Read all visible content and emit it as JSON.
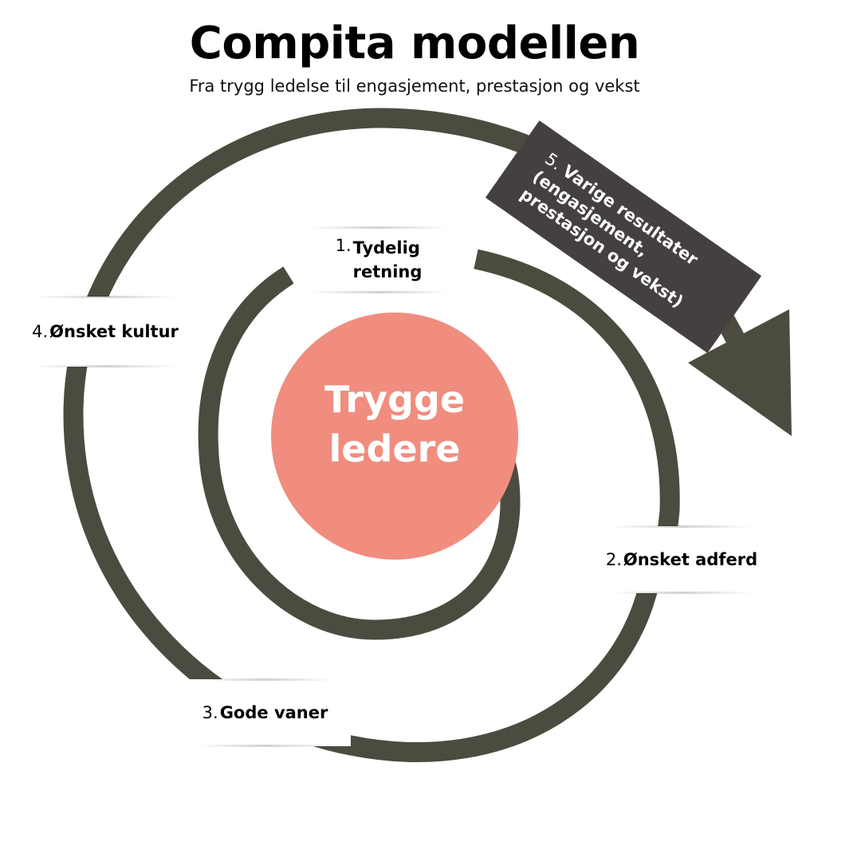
{
  "header": {
    "title": "Compita modellen",
    "subtitle": "Fra trygg ledelse til engasjement, prestasjon og vekst"
  },
  "center": {
    "line1": "Trygge",
    "line2": "ledere"
  },
  "steps": [
    {
      "num": "1.",
      "text_line1": "Tydelig",
      "text_line2": "retning"
    },
    {
      "num": "2.",
      "text": "Ønsket adferd"
    },
    {
      "num": "3.",
      "text": "Gode vaner"
    },
    {
      "num": "4.",
      "text": "Ønsket kultur"
    }
  ],
  "result": {
    "num": "5.",
    "line1": "Varige resultater",
    "line2": "(engasjement,",
    "line3": "prestasjon og vekst)"
  },
  "colors": {
    "spiral": "#4b4b3f",
    "center_circle": "#f08d7e",
    "banner": "#454040",
    "text": "#000000"
  }
}
